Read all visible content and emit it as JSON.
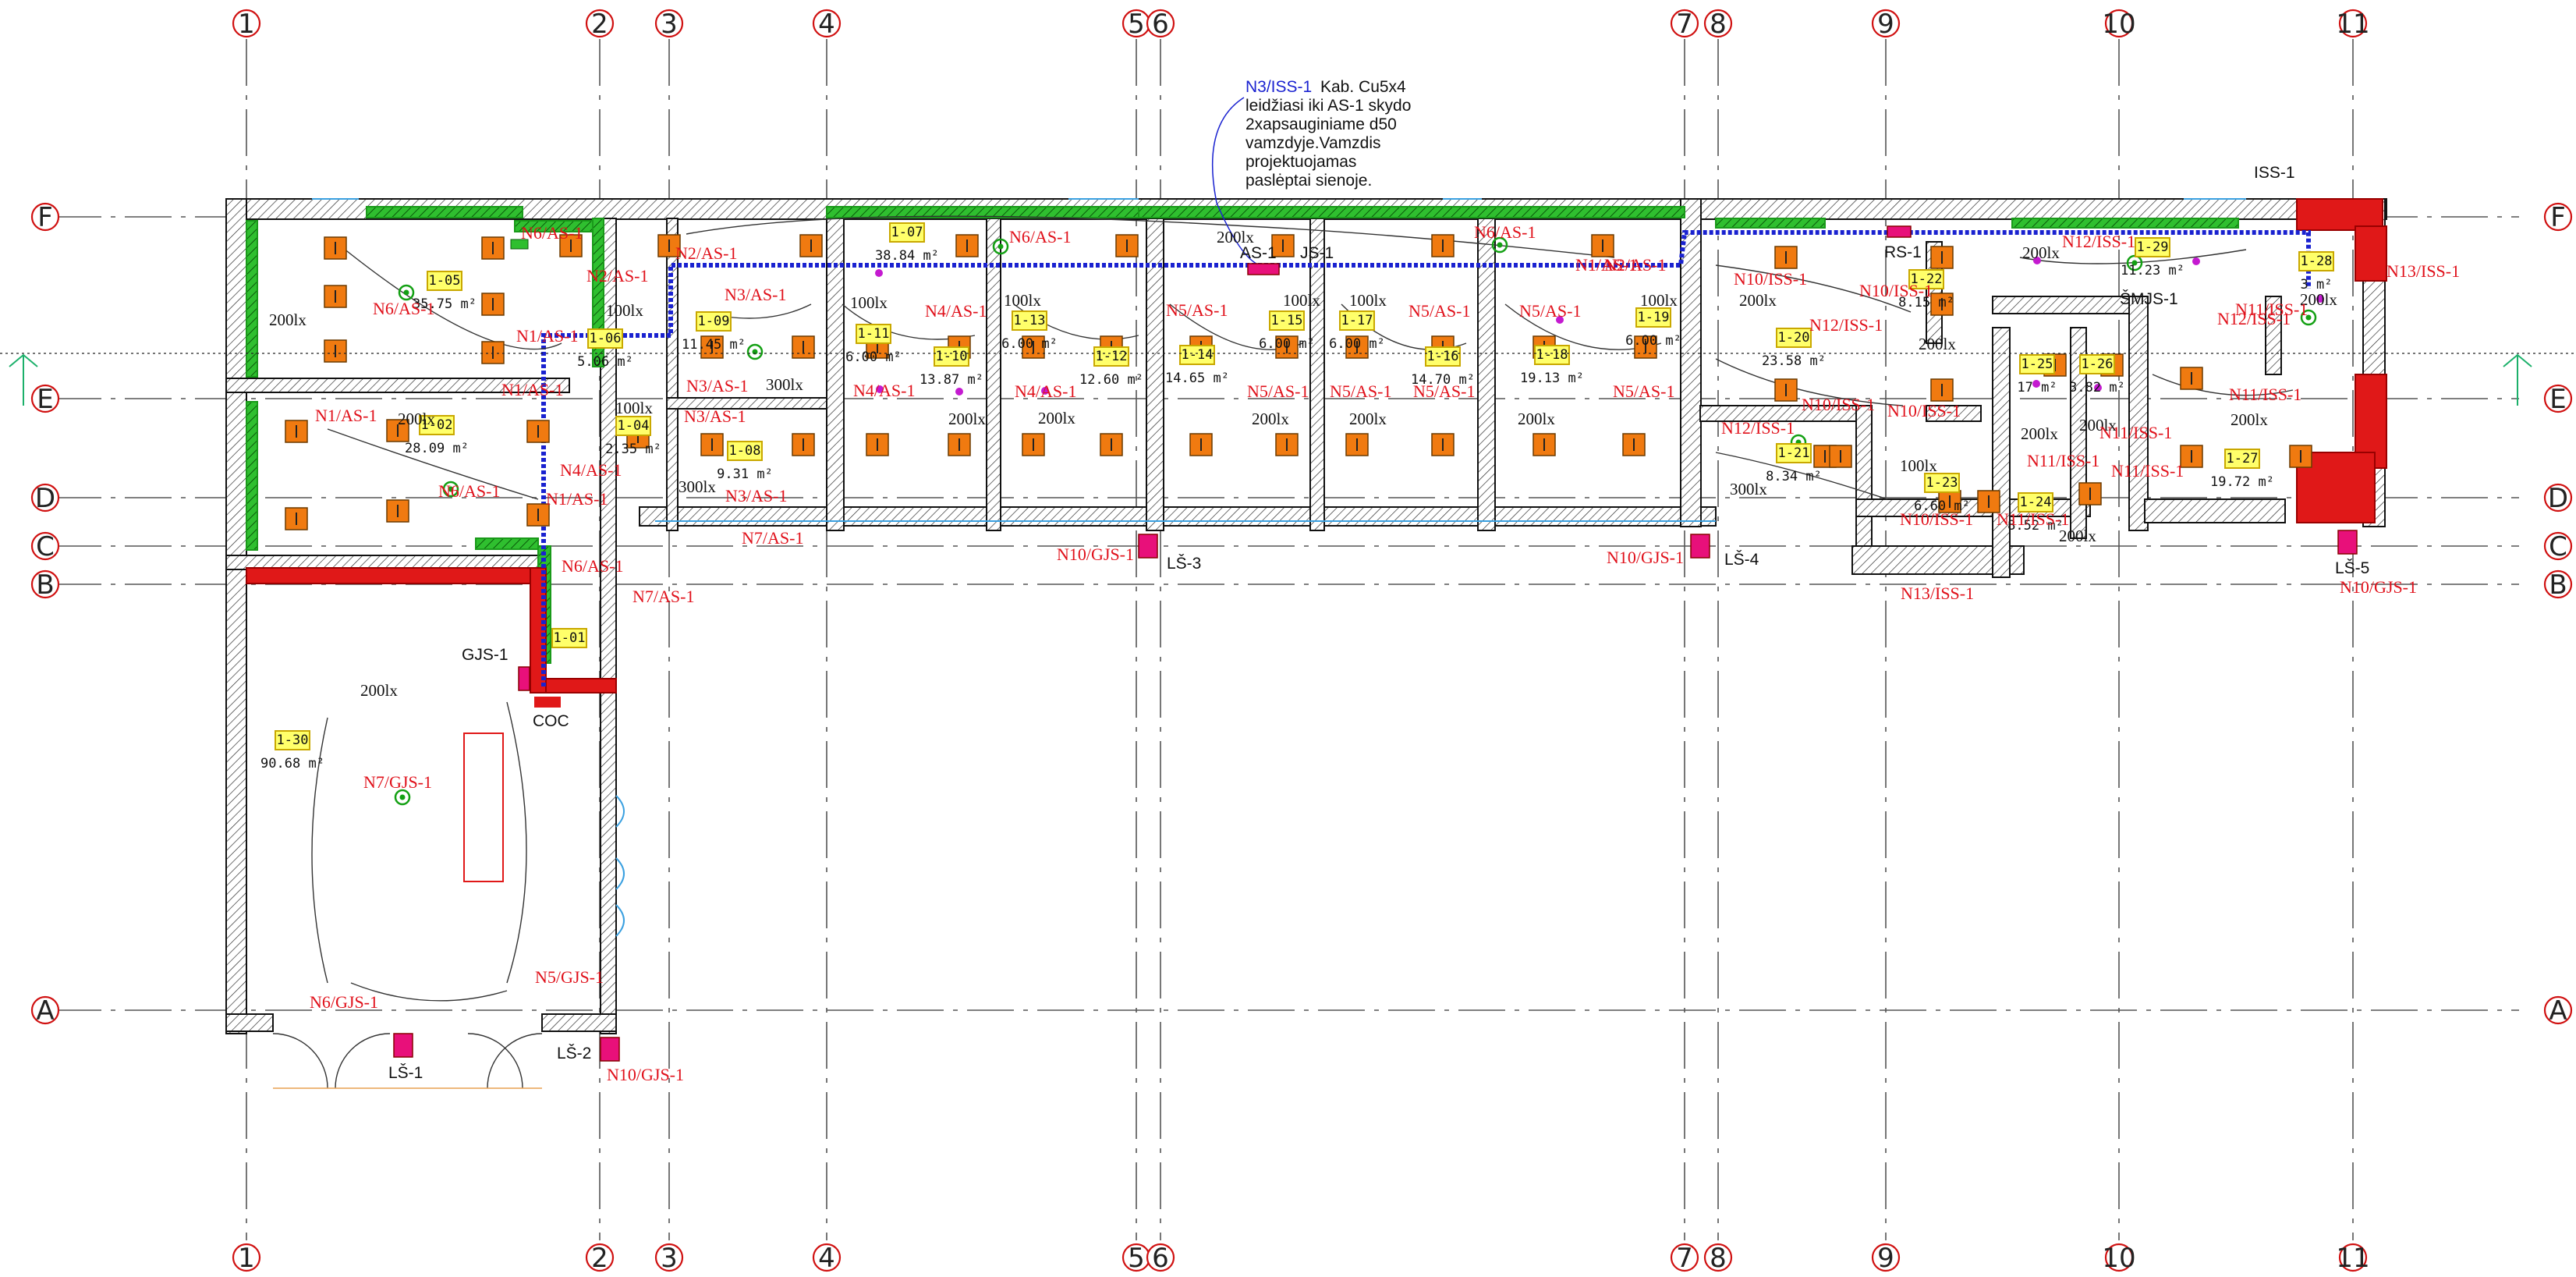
{
  "grid": {
    "columns": [
      "1",
      "2",
      "3",
      "4",
      "5",
      "6",
      "7",
      "8",
      "9",
      "10",
      "11"
    ],
    "rows": [
      "F",
      "E",
      "D",
      "C",
      "B",
      "A"
    ]
  },
  "rooms": [
    {
      "id": "1-05",
      "area": "35.75 m²",
      "lux": "200lx"
    },
    {
      "id": "1-06",
      "area": "5.06 m²",
      "lux": "100lx"
    },
    {
      "id": "1-07",
      "area": "38.84 m²",
      "lux": "200lx"
    },
    {
      "id": "1-09",
      "area": "11.45 m²",
      "lux": "300lx"
    },
    {
      "id": "1-11",
      "area": "6.00 m²",
      "lux": "100lx"
    },
    {
      "id": "1-10",
      "area": "13.87 m²",
      "lux": "200lx"
    },
    {
      "id": "1-13",
      "area": "6.00 m²",
      "lux": "100lx"
    },
    {
      "id": "1-12",
      "area": "12.60 m²",
      "lux": "200lx"
    },
    {
      "id": "1-14",
      "area": "14.65 m²",
      "lux": "200lx"
    },
    {
      "id": "1-15",
      "area": "6.00 m²",
      "lux": "100lx"
    },
    {
      "id": "1-17",
      "area": "6.00 m²",
      "lux": "100lx"
    },
    {
      "id": "1-16",
      "area": "14.70 m²",
      "lux": "200lx"
    },
    {
      "id": "1-18",
      "area": "19.13 m²",
      "lux": "200lx"
    },
    {
      "id": "1-19",
      "area": "6.00 m²",
      "lux": "100lx"
    },
    {
      "id": "1-02",
      "area": "28.09 m²",
      "lux": "200lx"
    },
    {
      "id": "1-04",
      "area": "2.35 m²",
      "lux": "100lx"
    },
    {
      "id": "1-08",
      "area": "9.31 m²",
      "lux": "300lx"
    },
    {
      "id": "1-01",
      "area": "",
      "lux": ""
    },
    {
      "id": "1-30",
      "area": "90.68 m²",
      "lux": "200lx"
    },
    {
      "id": "1-20",
      "area": "23.58 m²",
      "lux": "200lx"
    },
    {
      "id": "1-21",
      "area": "8.34 m²",
      "lux": "300lx"
    },
    {
      "id": "1-22",
      "area": "8.15 m²",
      "lux": "200lx"
    },
    {
      "id": "1-23",
      "area": "6.60 m²",
      "lux": "100lx"
    },
    {
      "id": "1-24",
      "area": "8.52 m²",
      "lux": "200lx"
    },
    {
      "id": "1-25",
      "area": "17 m²",
      "lux": "200lx"
    },
    {
      "id": "1-26",
      "area": "3.82 m²",
      "lux": "200lx"
    },
    {
      "id": "1-27",
      "area": "19.72 m²",
      "lux": "200lx"
    },
    {
      "id": "1-28",
      "area": "3 m²",
      "lux": "200lx"
    },
    {
      "id": "1-29",
      "area": "11.23 m²",
      "lux": "200lx"
    }
  ],
  "circuits": [
    "N6/AS-1",
    "N6/AS-1",
    "N6/AS-1",
    "N6/AS-1",
    "N6/AS-1",
    "N6/AS-1",
    "N1/AS-1",
    "N1/AS-1",
    "N1/AS-1",
    "N1/AS-1",
    "N1/AS-1",
    "N2/AS-1",
    "N2/AS-1",
    "N2/AS-1",
    "N3/AS-1",
    "N3/AS-1",
    "N3/AS-1",
    "N3/AS-1",
    "N4/AS-1",
    "N4/AS-1",
    "N4/AS-1",
    "N4/AS-1",
    "N5/AS-1",
    "N5/AS-1",
    "N5/AS-1",
    "N5/AS-1",
    "N5/AS-1",
    "N5/AS-1",
    "N5/AS-1",
    "N7/AS-1",
    "N7/AS-1",
    "N7/GJS-1",
    "N6/GJS-1",
    "N5/GJS-1",
    "N10/GJS-1",
    "N10/GJS-1",
    "N10/GJS-1",
    "N10/GJS-1",
    "N10/ISS-1",
    "N10/ISS-1",
    "N10/ISS-1",
    "N10/ISS-1",
    "N10/ISS-1",
    "N11/ISS-1",
    "N11/ISS-1",
    "N11/ISS-1",
    "N11/ISS-1",
    "N11/ISS-1",
    "N11/ISS-1",
    "N12/ISS-1",
    "N12/ISS-1",
    "N12/ISS-1",
    "N12/ISS-1",
    "N13/ISS-1",
    "N13/ISS-1"
  ],
  "equipment": {
    "as1": "AS-1",
    "js1": "JS-1",
    "gjs1": "GJS-1",
    "coc": "COC",
    "rs1": "RS-1",
    "iss1": "ISS-1",
    "smjs1": "ŠMJS-1",
    "ls1": "LŠ-1",
    "ls2": "LŠ-2",
    "ls3": "LŠ-3",
    "ls4": "LŠ-4",
    "ls5": "LŠ-5"
  },
  "note": {
    "circuit": "N3/ISS-1",
    "line1": "Kab. Cu5x4",
    "line2": "leidžiasi iki AS-1 skydo",
    "line3": "2xapsauginiame d50",
    "line4": "vamzdyje.Vamzdis",
    "line5": "projektuojamas",
    "line6": "paslėptai sienoje."
  },
  "colors": {
    "wall_hatch": "#111111",
    "insulation": "#1a9a1a",
    "fire_wall": "#e01818",
    "luminaire": "#f07a10",
    "cable_tray": "#1a22d0",
    "labels": "#e0101a",
    "room_tag": "#ffff6a"
  }
}
